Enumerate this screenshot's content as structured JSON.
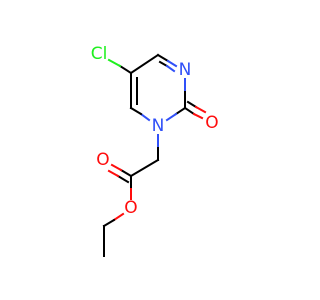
{
  "molecule": {
    "atoms": {
      "chlorine": {
        "label": "Cl",
        "color": "#1ff01f"
      },
      "nitrogen_ring_top": {
        "label": "N",
        "color": "#3050f8"
      },
      "nitrogen_ring_substituted": {
        "label": "N",
        "color": "#3050f8"
      },
      "oxygen_ring_carbonyl": {
        "label": "O",
        "color": "#ff0d0d"
      },
      "oxygen_ester_carbonyl": {
        "label": "O",
        "color": "#ff0d0d"
      },
      "oxygen_ester_ether": {
        "label": "O",
        "color": "#ff0d0d"
      }
    }
  }
}
